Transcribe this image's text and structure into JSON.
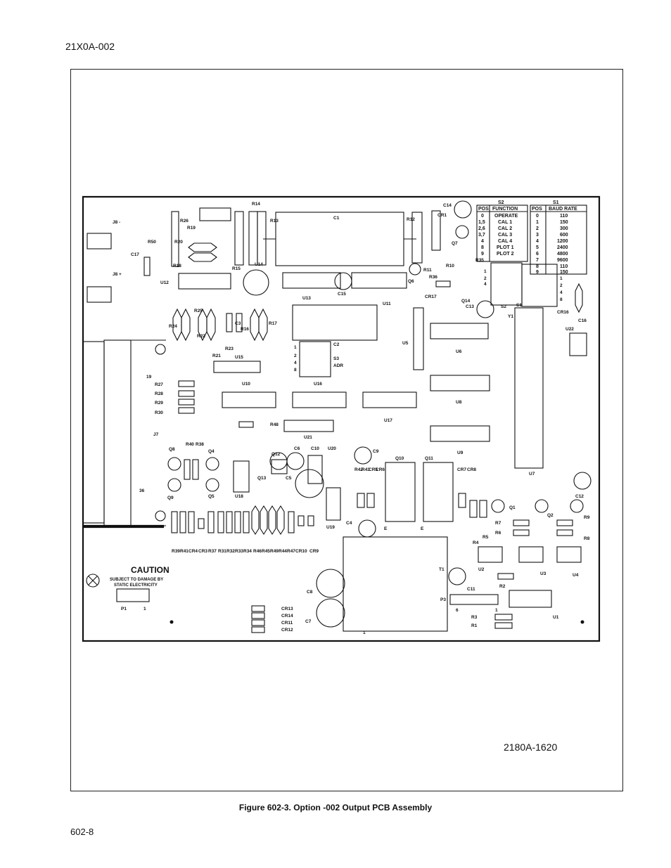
{
  "header": {
    "doc_id": "21X0A-002"
  },
  "figure": {
    "number": "2180A-1620",
    "caption": "Figure 602-3. Option -002 Output PCB Assembly"
  },
  "footer": {
    "page": "602-8"
  },
  "board": {
    "labels": {
      "j8m": "J8 -",
      "j8p": "J8 +",
      "j7": "J7",
      "r50": "R50",
      "c17": "C17",
      "u12": "U12",
      "r26": "R26",
      "r19": "R19",
      "r20": "R20",
      "r18": "R18",
      "r14": "R14",
      "r13": "R13",
      "r15": "R15",
      "u14": "U14",
      "c1": "C1",
      "r12": "R12",
      "cr1": "CR1",
      "c14": "C14",
      "q7": "Q7",
      "r11": "R11",
      "r10": "R10",
      "q6": "Q6",
      "r36": "R36",
      "cr17": "CR17",
      "c15": "C15",
      "u13": "U13",
      "u11": "U11",
      "r35": "R35",
      "q14": "Q14",
      "c13": "C13",
      "s2b": "S2",
      "s1b": "S1",
      "y1": "Y1",
      "cr16": "CR16",
      "u22": "U22",
      "c16": "C16",
      "r24": "R24",
      "r25": "R25",
      "r22": "R22",
      "r16": "R16",
      "c3": "C3",
      "r17": "R17",
      "r21": "R21",
      "r23": "R23",
      "u15": "U15",
      "c2": "C2",
      "s3": "S3",
      "adr": "ADR",
      "u5": "U5",
      "u6": "U6",
      "n19": "19",
      "r27": "R27",
      "r28": "R28",
      "r29": "R29",
      "r30": "R30",
      "u10": "U10",
      "u16": "U16",
      "u17": "U17",
      "r48": "R48",
      "u21": "U21",
      "u8": "U8",
      "u9": "U9",
      "u7": "U7",
      "q8": "Q8",
      "r40": "R40",
      "r38": "R38",
      "q4": "Q4",
      "q12": "Q12",
      "c6": "C6",
      "c10": "C10",
      "u20": "U20",
      "c9": "C9",
      "q10": "Q10",
      "q11": "Q11",
      "r42": "R42",
      "r43": "R43",
      "cr5": "CR5",
      "cr6": "CR6",
      "cr7": "CR7",
      "cr8": "CR8",
      "n36": "36",
      "q9": "Q9",
      "q5": "Q5",
      "u18": "U18",
      "q13": "Q13",
      "c5": "C5",
      "u19": "U19",
      "c4": "C4",
      "e1": "E",
      "e2": "E",
      "q1": "Q1",
      "q2": "Q2",
      "r7": "R7",
      "r6": "R6",
      "r9": "R9",
      "r8": "R8",
      "r4": "R4",
      "r5": "R5",
      "c11": "C11",
      "c12": "C12",
      "r39": "R39",
      "r41": "R41",
      "cr4": "CR4",
      "cr3": "CR3",
      "r37": "R37",
      "r31": "R31",
      "r32": "R32",
      "r33": "R33",
      "r34": "R34",
      "r46": "R46",
      "r45": "R45",
      "r49": "R49",
      "r44": "R44",
      "r47": "R47",
      "cr10": "CR10",
      "cr9": "CR9",
      "t1": "T1",
      "u2": "U2",
      "u3": "U3",
      "u4": "U4",
      "r2": "R2",
      "p3": "P3",
      "n6": "6",
      "n1a": "1",
      "r3": "R3",
      "r1": "R1",
      "u1": "U1",
      "c8": "C8",
      "c7": "C7",
      "cr13": "CR13",
      "cr14": "CR14",
      "cr11": "CR11",
      "cr12": "CR12",
      "n1b": "1",
      "p1": "P1",
      "n1c": "1",
      "s3n1": "1",
      "s3n2": "2",
      "s3n4": "4",
      "s3n8": "8",
      "s2n1": "1",
      "s2n2": "2",
      "s2n4": "4",
      "s1n1": "1",
      "s1n2": "2",
      "s1n4": "4",
      "s1n8": "8"
    },
    "caution": {
      "title": "CAUTION",
      "line1": "SUBJECT TO DAMAGE BY",
      "line2": "STATIC ELECTRICITY"
    },
    "s2_table": {
      "title": "S2",
      "headers": [
        "POS",
        "FUNCTION"
      ],
      "rows": [
        [
          "0",
          "OPERATE"
        ],
        [
          "1,5",
          "CAL 1"
        ],
        [
          "2,6",
          "CAL 2"
        ],
        [
          "3,7",
          "CAL 3"
        ],
        [
          "4",
          "CAL 4"
        ],
        [
          "8",
          "PLOT 1"
        ],
        [
          "9",
          "PLOT 2"
        ]
      ]
    },
    "s1_table": {
      "title": "S1",
      "headers": [
        "POS",
        "BAUD RATE"
      ],
      "rows": [
        [
          "0",
          "110"
        ],
        [
          "1",
          "150"
        ],
        [
          "2",
          "300"
        ],
        [
          "3",
          "600"
        ],
        [
          "4",
          "1200"
        ],
        [
          "5",
          "2400"
        ],
        [
          "6",
          "4800"
        ],
        [
          "7",
          "9600"
        ],
        [
          "8",
          "110"
        ],
        [
          "9",
          "150"
        ]
      ]
    }
  }
}
